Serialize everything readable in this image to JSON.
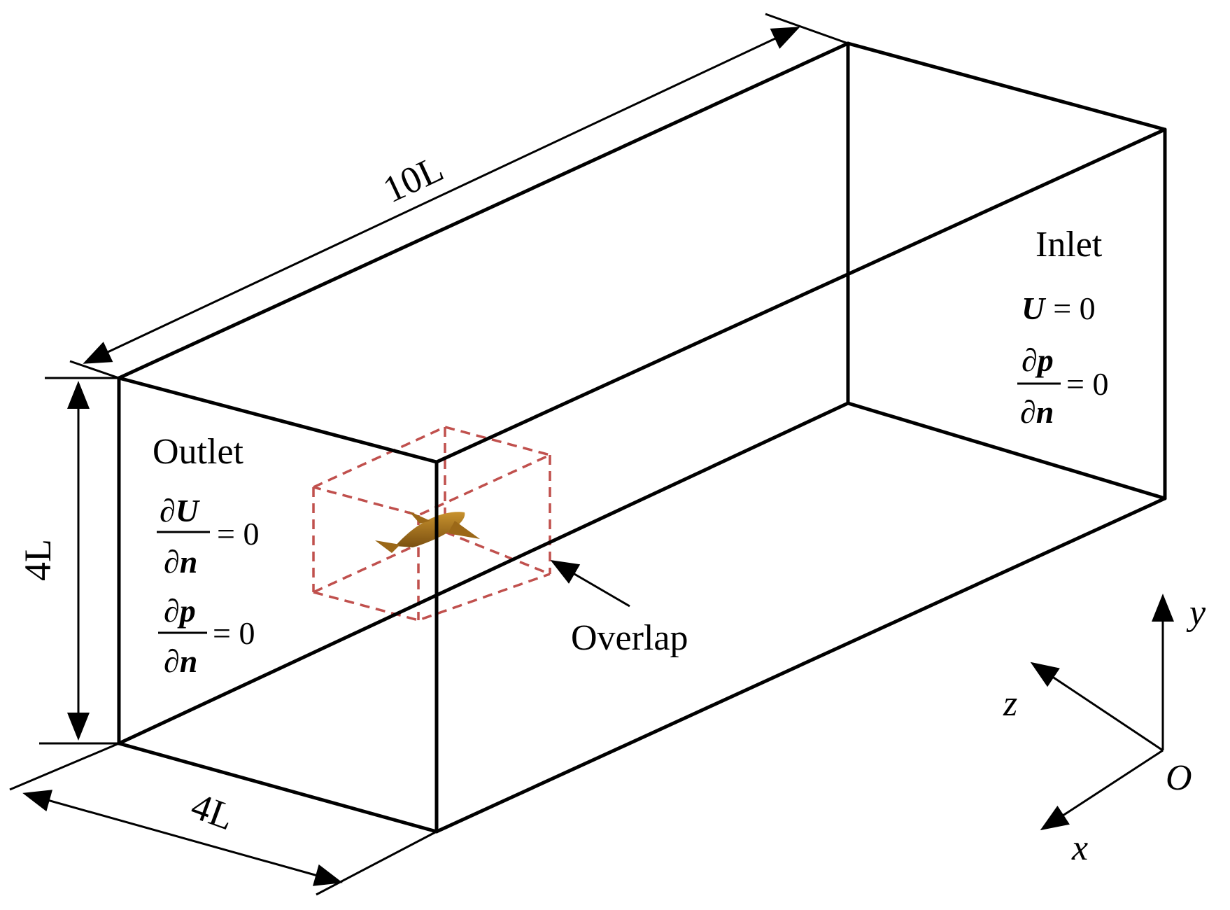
{
  "dimensions": {
    "length": "10L",
    "height": "4L",
    "width": "4L"
  },
  "outlet": {
    "title": "Outlet",
    "eq1": {
      "numerator_sym": "∂",
      "numerator_var": "U",
      "denominator_sym": "∂",
      "denominator_var": "n",
      "rhs": "= 0"
    },
    "eq2": {
      "numerator_sym": "∂",
      "numerator_var": "p",
      "denominator_sym": "∂",
      "denominator_var": "n",
      "rhs": "= 0"
    }
  },
  "inlet": {
    "title": "Inlet",
    "eq1": {
      "var": "U",
      "rhs": "= 0"
    },
    "eq2": {
      "numerator_sym": "∂",
      "numerator_var": "p",
      "denominator_sym": "∂",
      "denominator_var": "n",
      "rhs": "= 0"
    }
  },
  "overlap_label": "Overlap",
  "axes": {
    "x": "x",
    "y": "y",
    "z": "z",
    "origin": "O"
  },
  "colors": {
    "domain_edges": "#000000",
    "overlap_box": "#c0504d",
    "fish_body": "#a8741a"
  },
  "icons": {
    "fish": "fish-model-icon"
  }
}
